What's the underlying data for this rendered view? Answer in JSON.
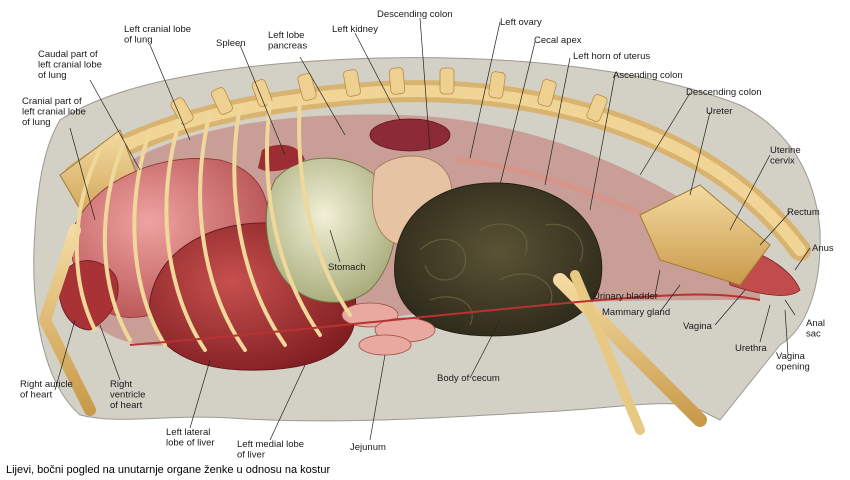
{
  "caption": "Lijevi, bočni pogled na unutarnje organe ženke u odnosu na kostur",
  "labels": {
    "left_cranial_lobe": [
      "Left cranial lobe",
      "of lung"
    ],
    "caudal_part": [
      "Caudal part of",
      "left cranial lobe",
      "of lung"
    ],
    "cranial_part": [
      "Cranial part of",
      "left cranial lobe",
      "of lung"
    ],
    "spleen": [
      "Spleen"
    ],
    "left_lobe_pancreas": [
      "Left lobe",
      "pancreas"
    ],
    "left_kidney": [
      "Left kidney"
    ],
    "descending_colon_top": [
      "Descending colon"
    ],
    "left_ovary": [
      "Left ovary"
    ],
    "cecal_apex": [
      "Cecal apex"
    ],
    "left_horn_uterus": [
      "Left horn of uterus"
    ],
    "ascending_colon": [
      "Ascending colon"
    ],
    "descending_colon_right": [
      "Descending colon"
    ],
    "ureter": [
      "Ureter"
    ],
    "uterine_cervix": [
      "Uterine",
      "cervix"
    ],
    "rectum": [
      "Rectum"
    ],
    "anus": [
      "Anus"
    ],
    "stomach": [
      "Stomach"
    ],
    "urinary_bladder": [
      "Urinary bladder"
    ],
    "mammary_gland": [
      "Mammary gland"
    ],
    "vagina": [
      "Vagina"
    ],
    "anal_sac": [
      "Anal",
      "sac"
    ],
    "urethra": [
      "Urethra"
    ],
    "vagina_opening": [
      "Vagina",
      "opening"
    ],
    "body_of_cecum": [
      "Body of cecum"
    ],
    "right_auricle": [
      "Right auricle",
      "of heart"
    ],
    "right_ventricle": [
      "Right",
      "ventricle",
      "of heart"
    ],
    "left_lateral_lobe_liver": [
      "Left lateral",
      "lobe of liver"
    ],
    "left_medial_lobe_liver": [
      "Left medial lobe",
      "of liver"
    ],
    "jejunum": [
      "Jejunum"
    ]
  }
}
